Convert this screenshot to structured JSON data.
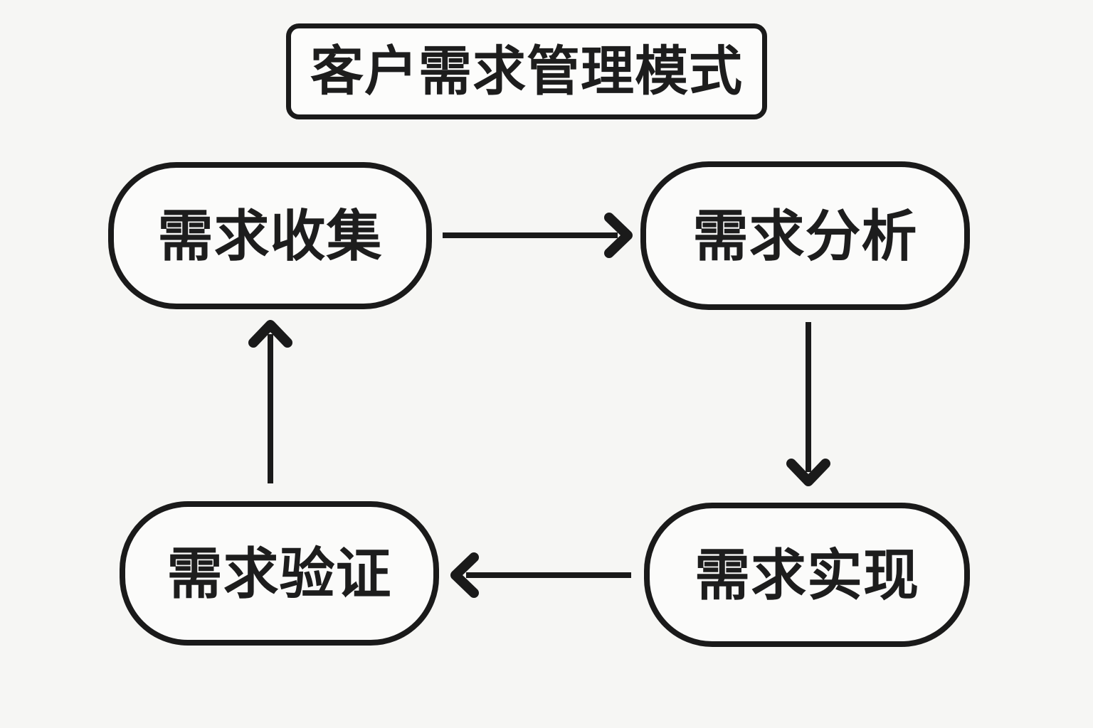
{
  "page": {
    "background_color": "#f6f6f4",
    "stroke_color": "#1a1a1a",
    "node_fill_color": "#fbfbfa",
    "text_color": "#1d1d1d"
  },
  "title": {
    "text": "客户需求管理模式"
  },
  "diagram": {
    "type": "cycle-flowchart",
    "nodes": [
      {
        "id": "collect",
        "label": "需求收集",
        "position": "top-left"
      },
      {
        "id": "analyze",
        "label": "需求分析",
        "position": "top-right"
      },
      {
        "id": "implement",
        "label": "需求实现",
        "position": "bottom-right"
      },
      {
        "id": "verify",
        "label": "需求验证",
        "position": "bottom-left"
      }
    ],
    "edges": [
      {
        "from": "需求收集",
        "to": "需求分析",
        "direction": "right"
      },
      {
        "from": "需求分析",
        "to": "需求实现",
        "direction": "down"
      },
      {
        "from": "需求实现",
        "to": "需求验证",
        "direction": "left"
      },
      {
        "from": "需求验证",
        "to": "需求收集",
        "direction": "up"
      }
    ]
  }
}
